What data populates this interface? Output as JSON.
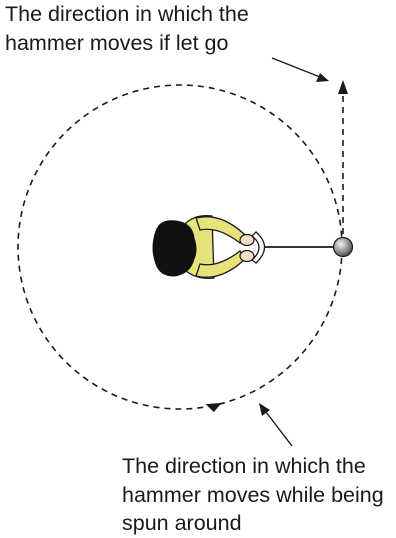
{
  "labels": {
    "top": {
      "line1": "The direction in which the",
      "line2": "hammer moves if let go"
    },
    "bottom": {
      "line1": "The direction in which the",
      "line2": "hammer moves while being",
      "line3": "spun around"
    }
  },
  "colors": {
    "text": "#1a1a1a",
    "stroke": "#1a1a1a",
    "shirt": "#e8e27a",
    "hair": "#111111",
    "ball": "#8a8a8a"
  }
}
